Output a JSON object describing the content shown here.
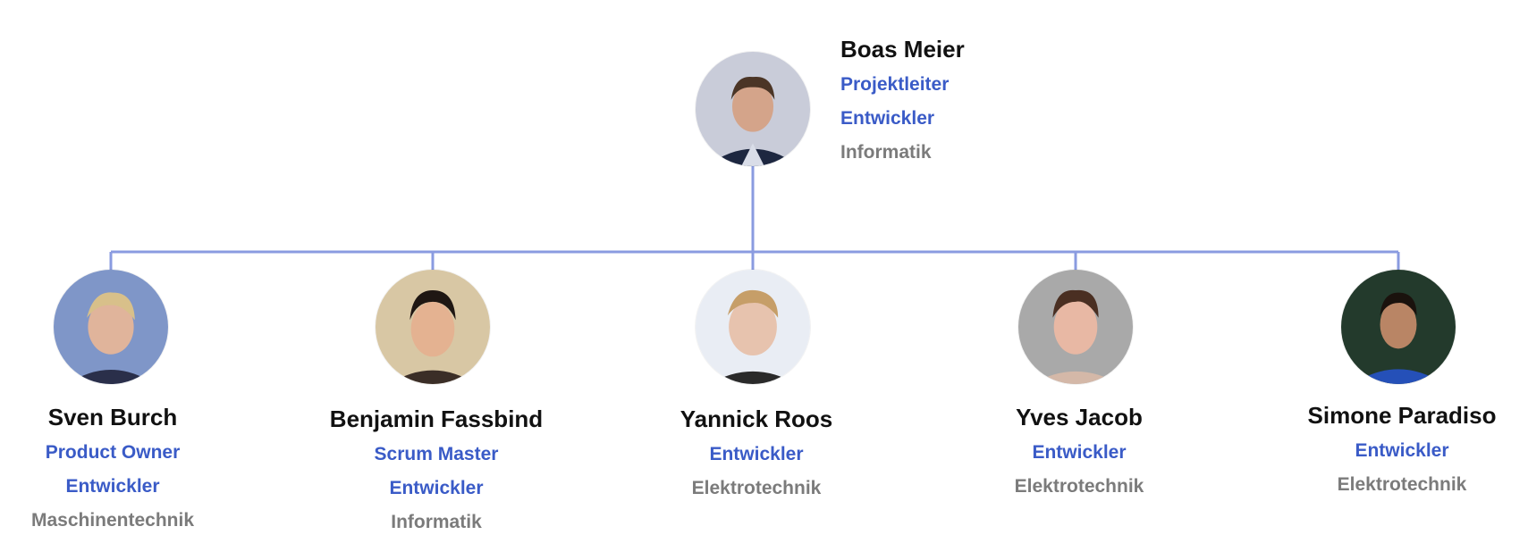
{
  "colors": {
    "connector": "#8a9be0",
    "role": "#3a5bc7",
    "department": "#7b7b7b",
    "name": "#111111"
  },
  "lead": {
    "name": "Boas Meier",
    "roles": [
      "Projektleiter",
      "Entwickler"
    ],
    "department": "Informatik",
    "photo": "avatar-boas-meier"
  },
  "team": [
    {
      "name": "Sven Burch",
      "roles": [
        "Product Owner",
        "Entwickler"
      ],
      "department": "Maschinentechnik",
      "photo": "avatar-sven-burch"
    },
    {
      "name": "Benjamin Fassbind",
      "roles": [
        "Scrum Master",
        "Entwickler"
      ],
      "department": "Informatik",
      "photo": "avatar-benjamin-fassbind"
    },
    {
      "name": "Yannick Roos",
      "roles": [
        "Entwickler"
      ],
      "department": "Elektrotechnik",
      "photo": "avatar-yannick-roos"
    },
    {
      "name": "Yves Jacob",
      "roles": [
        "Entwickler"
      ],
      "department": "Elektrotechnik",
      "photo": "avatar-yves-jacob"
    },
    {
      "name": "Simone Paradiso",
      "roles": [
        "Entwickler"
      ],
      "department": "Elektrotechnik",
      "photo": "avatar-simone-paradiso"
    }
  ]
}
